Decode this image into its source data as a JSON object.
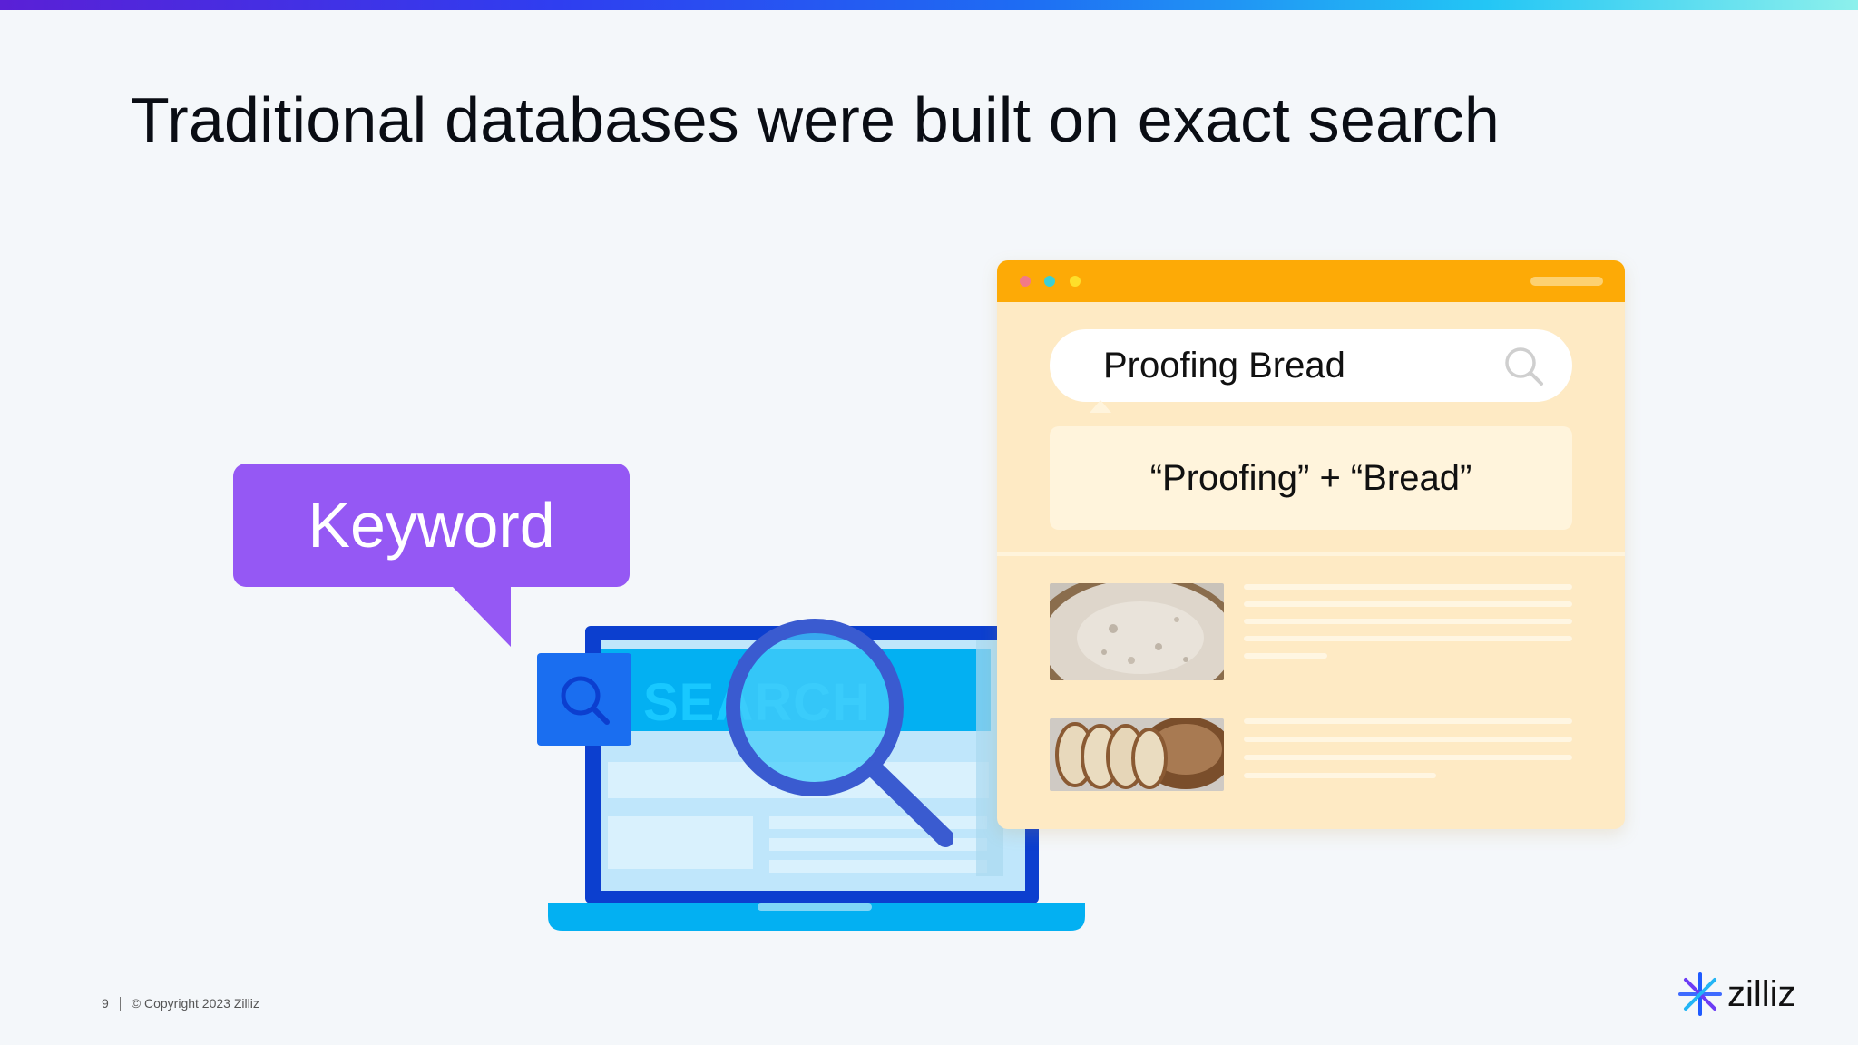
{
  "slide": {
    "title": "Traditional databases were built on exact search",
    "page_number": "9",
    "copyright": "© Copyright  2023  Zilliz"
  },
  "keyword_bubble": {
    "label": "Keyword"
  },
  "laptop": {
    "search_text": "SEARCH"
  },
  "result_window": {
    "search_query": "Proofing Bread",
    "tokenized_query": "“Proofing” + “Bread”",
    "results": [
      {
        "image": "bread-dough"
      },
      {
        "image": "sliced-bread-loaf"
      }
    ]
  },
  "brand": {
    "logo_text": "zilliz"
  },
  "colors": {
    "keyword_purple": "#9558f4",
    "window_orange": "#fdaa06",
    "window_body": "#feeac4",
    "laptop_blue": "#0c3fcf",
    "search_cyan": "#18c8ff"
  }
}
